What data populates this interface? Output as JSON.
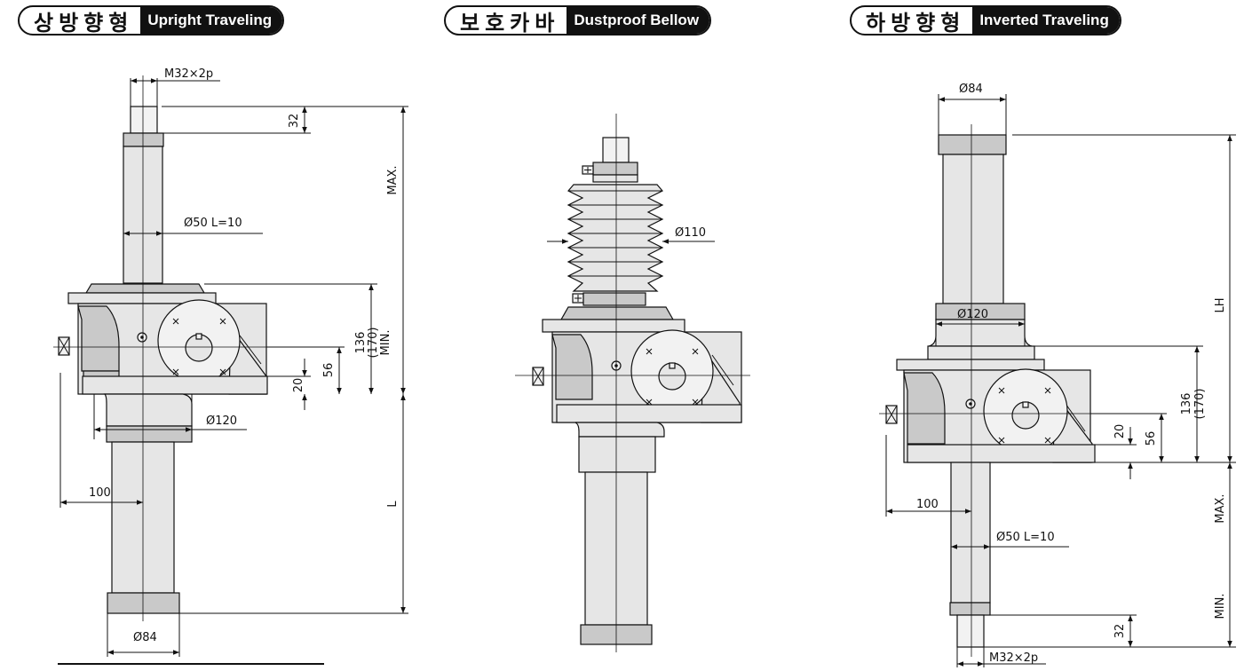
{
  "headers": [
    {
      "ko": "상방향형",
      "en": "Upright Traveling"
    },
    {
      "ko": "보호카바",
      "en": "Dustproof Bellow"
    },
    {
      "ko": "하방향형",
      "en": "Inverted Traveling"
    }
  ],
  "upright": {
    "thread": "M32×2p",
    "dim_32": "32",
    "max": "MAX.",
    "rod": "Ø50 L=10",
    "dim_136": "136",
    "dim_170": "(170)",
    "min": "MIN.",
    "dim_56": "56",
    "dim_20": "20",
    "dia_120": "Ø120",
    "dim_100": "100",
    "len_l": "L",
    "dia_84": "Ø84"
  },
  "bellow": {
    "dia_110": "Ø110"
  },
  "inverted": {
    "dia_84": "Ø84",
    "dia_120": "Ø120",
    "lh": "LH",
    "dim_136": "136",
    "dim_170": "(170)",
    "dim_20": "20",
    "dim_56": "56",
    "dim_100": "100",
    "rod": "Ø50   L=10",
    "max": "MAX.",
    "min": "MIN.",
    "dim_32": "32",
    "thread": "M32×2p"
  }
}
